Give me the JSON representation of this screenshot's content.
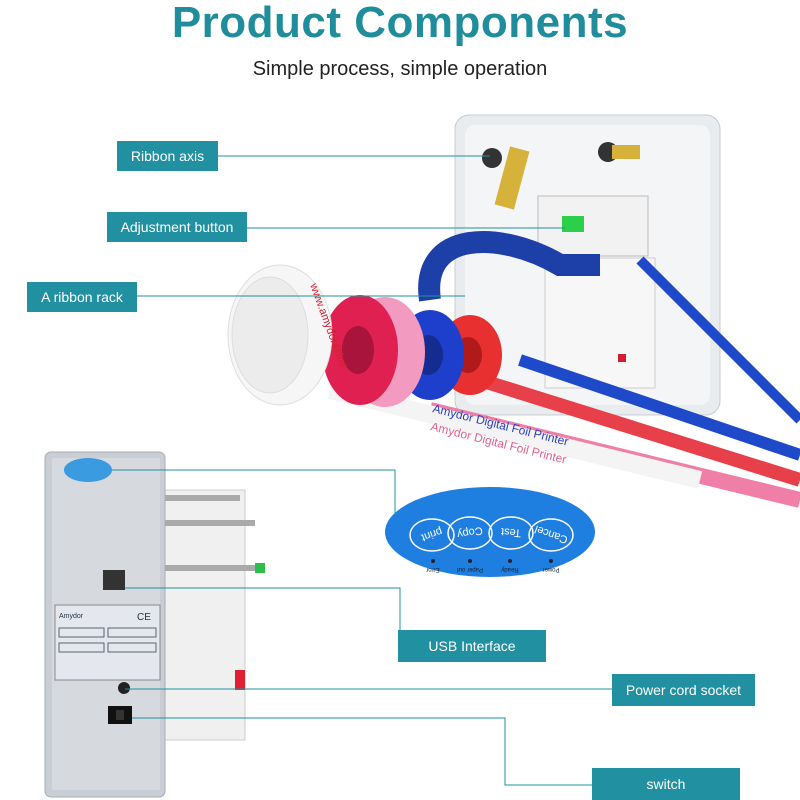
{
  "header": {
    "title": "Product Components",
    "subtitle": "Simple process, simple operation"
  },
  "labels": {
    "ribbon_axis": "Ribbon axis",
    "adjustment_button": "Adjustment button",
    "ribbon_rack": "A ribbon rack",
    "usb_interface": "USB Interface",
    "power_cord_socket": "Power cord socket",
    "switch": "switch"
  },
  "control_panel": {
    "buttons": [
      "print",
      "Copy",
      "Test",
      "Cancel"
    ],
    "indicators": [
      "Error",
      "Paper out",
      "Ready",
      "Power"
    ]
  },
  "ribbon_text": {
    "white": "www.amydor@foil",
    "printed": "Amydor Digital Foil Printer"
  },
  "nameplate": {
    "brand": "Amydor",
    "mark": "CE"
  },
  "colors": {
    "accent": "#2190a0",
    "panel_blue": "#1f7fe0"
  }
}
